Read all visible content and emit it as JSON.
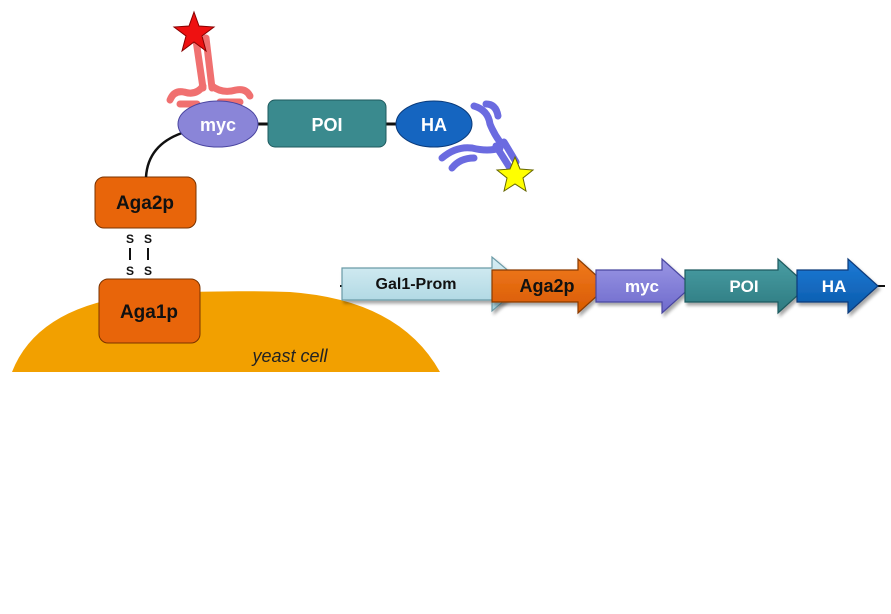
{
  "cell": {
    "label": "yeast cell"
  },
  "surface_display": {
    "aga1p": "Aga1p",
    "aga2p": "Aga2p",
    "disulfide_left_top": "S",
    "disulfide_left_bottom": "S",
    "disulfide_right_top": "S",
    "disulfide_right_bottom": "S",
    "myc": "myc",
    "poi": "POI",
    "ha": "HA"
  },
  "construct": {
    "segments": [
      {
        "label": "Gal1-Prom",
        "color": "#b7dee8"
      },
      {
        "label": "Aga2p",
        "color": "#e36c09"
      },
      {
        "label": "myc",
        "color": "#8080d8"
      },
      {
        "label": "POI",
        "color": "#31859c"
      },
      {
        "label": "HA",
        "color": "#0070c0"
      }
    ]
  },
  "colors": {
    "cell": "#f2a000",
    "aga": "#e8650a",
    "myc": "#8a85d8",
    "poi": "#3a8a8e",
    "ha": "#1565c0",
    "anti_myc_antibody": "#f07070",
    "anti_ha_antibody": "#6b6be0",
    "red_star": "#ee1111",
    "yellow_star": "#ffff00"
  },
  "icons": {
    "anti_myc": "antibody-icon",
    "anti_ha": "antibody-icon",
    "label_star_red": "star-icon",
    "label_star_yellow": "star-icon"
  }
}
